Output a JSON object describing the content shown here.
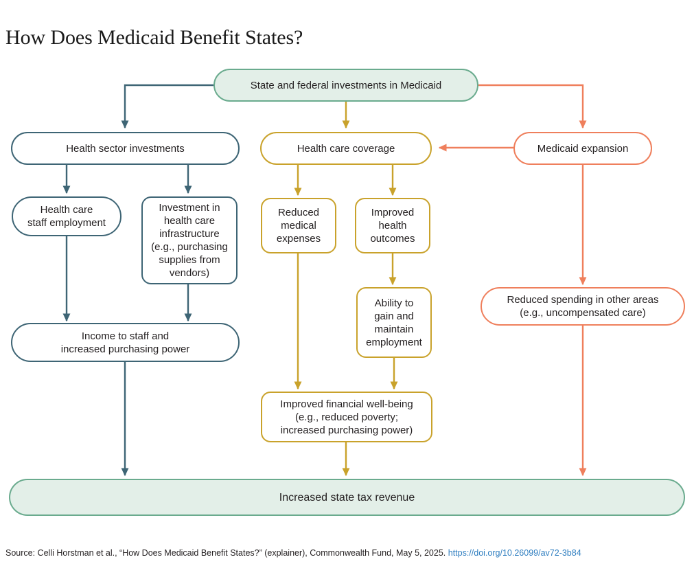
{
  "title": "How Does Medicaid Benefit States?",
  "colors": {
    "teal": "#3e6575",
    "gold": "#c9a22b",
    "coral": "#ef7f5c",
    "green_border": "#6aab8e",
    "green_fill": "#e3efe8",
    "link_blue": "#2f7ec0",
    "text": "#231f20",
    "background": "#ffffff"
  },
  "chart_data": {
    "type": "diagram",
    "subtype": "flowchart",
    "title": "How Does Medicaid Benefit States?",
    "nodes": [
      {
        "id": "investments",
        "label": "State and federal investments in Medicaid",
        "shape": "pill",
        "theme": "green"
      },
      {
        "id": "health-sector",
        "label": "Health sector investments",
        "shape": "pill",
        "theme": "teal"
      },
      {
        "id": "staff-employment",
        "label": "Health care\nstaff employment",
        "shape": "pill",
        "theme": "teal"
      },
      {
        "id": "infrastructure",
        "label": "Investment in\nhealth care\ninfrastructure\n(e.g., purchasing\nsupplies from\nvendors)",
        "shape": "rrect",
        "theme": "teal"
      },
      {
        "id": "income-to-staff",
        "label": "Income to staff and\nincreased purchasing power",
        "shape": "pill",
        "theme": "teal"
      },
      {
        "id": "coverage",
        "label": "Health care coverage",
        "shape": "pill",
        "theme": "gold"
      },
      {
        "id": "reduced-expenses",
        "label": "Reduced\nmedical\nexpenses",
        "shape": "rrect",
        "theme": "gold"
      },
      {
        "id": "health-outcomes",
        "label": "Improved\nhealth\noutcomes",
        "shape": "rrect",
        "theme": "gold"
      },
      {
        "id": "ability-employment",
        "label": "Ability to\ngain and\nmaintain\nemployment",
        "shape": "rrect",
        "theme": "gold"
      },
      {
        "id": "financial-wellbeing",
        "label": "Improved financial well-being\n(e.g., reduced poverty;\nincreased purchasing power)",
        "shape": "rrect",
        "theme": "gold"
      },
      {
        "id": "expansion",
        "label": "Medicaid expansion",
        "shape": "pill",
        "theme": "coral"
      },
      {
        "id": "reduced-spending",
        "label": "Reduced spending in other areas\n(e.g., uncompensated care)",
        "shape": "pill",
        "theme": "coral"
      },
      {
        "id": "tax-revenue",
        "label": "Increased state tax revenue",
        "shape": "pill",
        "theme": "green"
      }
    ],
    "edges": [
      {
        "from": "investments",
        "to": "health-sector",
        "color": "teal"
      },
      {
        "from": "investments",
        "to": "coverage",
        "color": "gold"
      },
      {
        "from": "investments",
        "to": "expansion",
        "color": "coral"
      },
      {
        "from": "health-sector",
        "to": "staff-employment",
        "color": "teal"
      },
      {
        "from": "health-sector",
        "to": "infrastructure",
        "color": "teal"
      },
      {
        "from": "staff-employment",
        "to": "income-to-staff",
        "color": "teal"
      },
      {
        "from": "infrastructure",
        "to": "income-to-staff",
        "color": "teal"
      },
      {
        "from": "income-to-staff",
        "to": "tax-revenue",
        "color": "teal"
      },
      {
        "from": "coverage",
        "to": "reduced-expenses",
        "color": "gold"
      },
      {
        "from": "coverage",
        "to": "health-outcomes",
        "color": "gold"
      },
      {
        "from": "health-outcomes",
        "to": "ability-employment",
        "color": "gold"
      },
      {
        "from": "reduced-expenses",
        "to": "financial-wellbeing",
        "color": "gold"
      },
      {
        "from": "ability-employment",
        "to": "financial-wellbeing",
        "color": "gold"
      },
      {
        "from": "financial-wellbeing",
        "to": "tax-revenue",
        "color": "gold"
      },
      {
        "from": "expansion",
        "to": "coverage",
        "color": "coral"
      },
      {
        "from": "expansion",
        "to": "reduced-spending",
        "color": "coral"
      },
      {
        "from": "reduced-spending",
        "to": "tax-revenue",
        "color": "coral"
      }
    ]
  },
  "nodes": {
    "investments": "State and federal investments in Medicaid",
    "health_sector": "Health sector investments",
    "staff_employment": "Health care\nstaff employment",
    "infrastructure": "Investment in\nhealth care\ninfrastructure\n(e.g., purchasing\nsupplies from\nvendors)",
    "income_to_staff": "Income to staff and\nincreased purchasing power",
    "coverage": "Health care coverage",
    "reduced_expenses": "Reduced\nmedical\nexpenses",
    "health_outcomes": "Improved\nhealth\noutcomes",
    "ability_employment": "Ability to\ngain and\nmaintain\nemployment",
    "financial_wellbeing": "Improved financial well-being\n(e.g., reduced poverty;\nincreased purchasing power)",
    "expansion": "Medicaid expansion",
    "reduced_spending": "Reduced spending in other areas\n(e.g., uncompensated care)",
    "tax_revenue": "Increased state tax revenue"
  },
  "source": {
    "text": "Source: Celli Horstman et al., “How Does Medicaid Benefit States?” (explainer), Commonwealth Fund, May 5, 2025.",
    "link_text": "https://doi.org/10.26099/av72-3b84"
  }
}
